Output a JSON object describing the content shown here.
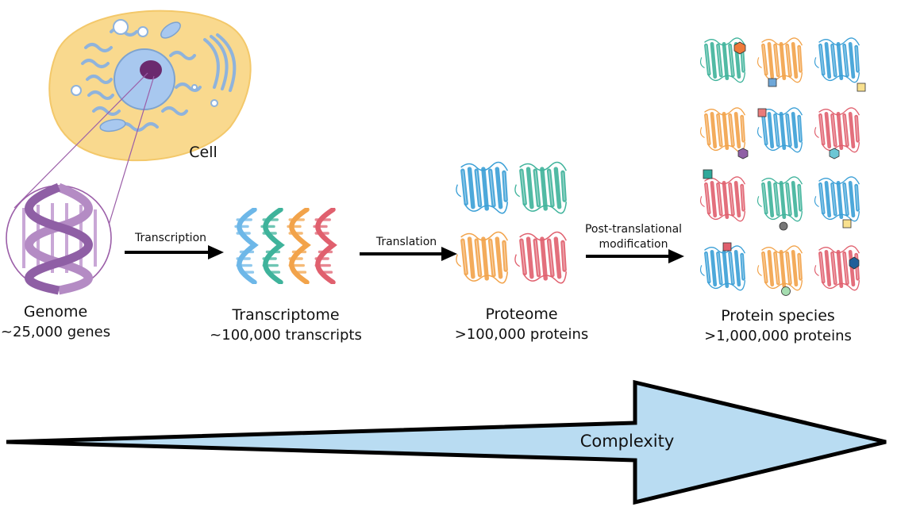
{
  "cell": {
    "label": "Cell"
  },
  "stages": [
    {
      "title": "Genome",
      "subtitle": "~25,000 genes"
    },
    {
      "title": "Transcriptome",
      "subtitle": "~100,000 transcripts"
    },
    {
      "title": "Proteome",
      "subtitle": ">100,000 proteins"
    },
    {
      "title": "Protein species",
      "subtitle": ">1,000,000 proteins"
    }
  ],
  "arrows": [
    {
      "label": "Transcription"
    },
    {
      "label": "Translation"
    },
    {
      "label_line1": "Post-translational",
      "label_line2": "modification"
    }
  ],
  "complexity": {
    "label": "Complexity"
  },
  "colors": {
    "cell": "#f9d98e",
    "nucleus": "#a8c8ef",
    "nucleolus": "#6b2a6e",
    "organelle": "#8fb3dc",
    "dna": "#b48bc4",
    "complexity_arrow": "#b9dcf2",
    "blue": "#3a9fd6",
    "green": "#3fb39b",
    "orange": "#f2a34a",
    "red": "#e0606e"
  }
}
